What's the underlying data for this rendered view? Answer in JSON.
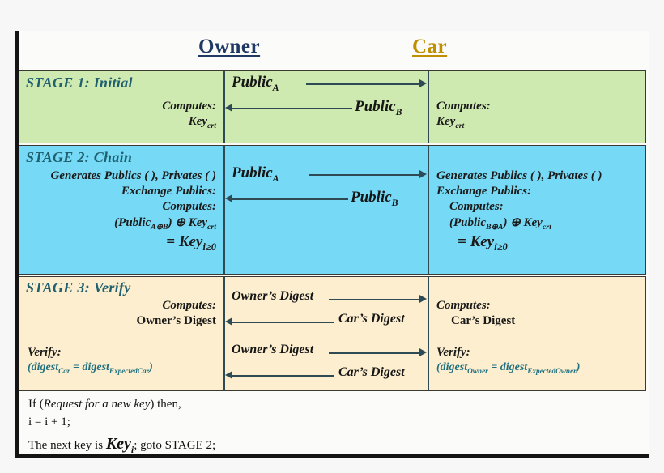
{
  "figure": {
    "title": "Owner-Car key chaining and verification protocol",
    "colors": {
      "owner_label": "#1F3864",
      "car_label": "#BF8F00",
      "stage1_bg": "#CFEAB0",
      "stage2_bg": "#76D9F5",
      "stage3_bg": "#FCEECE",
      "stage_title": "#1F5F6E",
      "arrow": "#2D4A55",
      "teal_formula": "#1F6F80",
      "frame": "#141414"
    }
  },
  "header": {
    "owner": "Owner",
    "car": "Car"
  },
  "stages": [
    {
      "id": "stage-1",
      "title": "STAGE 1: Initial",
      "left": [
        "Computes:",
        "Key"
      ],
      "left_sub": "crt",
      "right": [
        "Computes:",
        "Key"
      ],
      "right_sub": "crt",
      "messages": [
        {
          "label": "Public",
          "sub": "A",
          "direction": "right"
        },
        {
          "label": "Public",
          "sub": "B",
          "direction": "left"
        }
      ]
    },
    {
      "id": "stage-2",
      "title": "STAGE 2: Chain",
      "left": [
        "Generates Publics ( ), Privates ( )",
        "Exchange Publics:",
        "Computes:",
        "(Public",
        "= Key"
      ],
      "left_formula_sub": "A⊕B",
      "left_formula_tail": ") ⊕ Key",
      "left_formula_tail_sub": "crt",
      "left_key_sub": "i≥0",
      "right": [
        "Generates Publics ( ), Privates ( )",
        "Exchange Publics:",
        "Computes:",
        "(Public",
        "= Key"
      ],
      "right_formula_sub": "B⊕A",
      "right_formula_tail": ") ⊕ Key",
      "right_formula_tail_sub": "crt",
      "right_key_sub": "i≥0",
      "messages": [
        {
          "label": "Public",
          "sub": "A",
          "direction": "right"
        },
        {
          "label": "Public",
          "sub": "B",
          "direction": "left"
        }
      ]
    },
    {
      "id": "stage-3",
      "title": "STAGE 3: Verify",
      "left": [
        "Computes:",
        "Owner’s Digest",
        "Verify:"
      ],
      "left_formula_open": "(digest",
      "left_formula_sub1": "Car",
      "left_formula_mid": " = digest",
      "left_formula_sub2": "Expected",
      "left_formula_sub2b": "Car",
      "left_formula_close": ")",
      "right": [
        "Computes:",
        "Car’s Digest",
        "Verify:"
      ],
      "right_formula_open": "(digest",
      "right_formula_sub1": "Owner",
      "right_formula_mid": " = digest",
      "right_formula_sub2": "Expected",
      "right_formula_sub2b": "Owner",
      "right_formula_close": ")",
      "messages": [
        {
          "label": "Owner’s Digest",
          "direction": "right"
        },
        {
          "label": "Car’s Digest",
          "direction": "left"
        },
        {
          "label": "Owner’s Digest",
          "direction": "right"
        },
        {
          "label": "Car’s Digest",
          "direction": "left"
        }
      ]
    }
  ],
  "epilogue": {
    "line1_pre": "If (",
    "line1_it": "Request for a new key",
    "line1_post": ") then,",
    "line2": "i = i + 1;",
    "line3_pre": "The next key is ",
    "line3_key": "Key",
    "line3_key_sub": "i",
    "line3_post": "; goto STAGE 2;"
  }
}
